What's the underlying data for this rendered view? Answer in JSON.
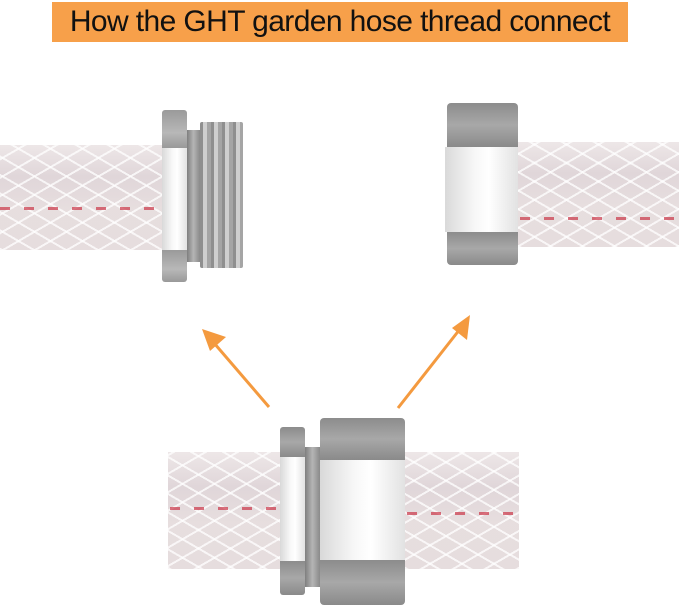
{
  "banner": {
    "title": "How the GHT garden hose thread connect",
    "background_color": "#F7A04A",
    "text_color": "#111111"
  },
  "illustration": {
    "top_left": {
      "label": "male-ght-fitting-on-hose",
      "component": "male threaded fitting with hex nut"
    },
    "top_right": {
      "label": "female-ght-nut-on-hose",
      "component": "female hex swivel nut"
    },
    "bottom": {
      "label": "assembled-connection",
      "component": "male and female fittings joined"
    },
    "arrow_color": "#F49A3F"
  }
}
